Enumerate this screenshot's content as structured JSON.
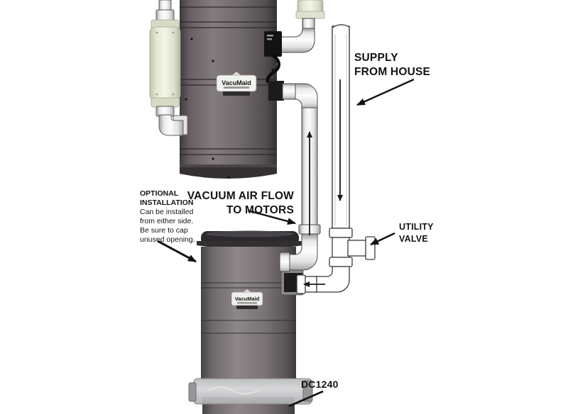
{
  "diagram": {
    "brand": "VacuMaid",
    "labels": {
      "supply_line1": "SUPPLY",
      "supply_line2": "FROM HOUSE",
      "airflow_line1": "VACUUM AIR FLOW",
      "airflow_line2": "TO MOTORS",
      "optional_line1": "OPTIONAL",
      "optional_line2": "INSTALLATION",
      "optional_line3": "Can be installed",
      "optional_line4": "from either side.",
      "optional_line5": "Be sure to cap",
      "optional_line6": "unused opening.",
      "utility_line1": "UTILITY",
      "utility_line2": "VALVE",
      "model_number": "DC1240"
    },
    "colors": {
      "background": "#ffffff",
      "unit_body_gray": "#6f696b",
      "unit_lid_dark": "#2b292c",
      "muffler_beige": "#e9ebd9",
      "pipe_white": "#f7f7f7",
      "label_text": "#141414"
    }
  }
}
